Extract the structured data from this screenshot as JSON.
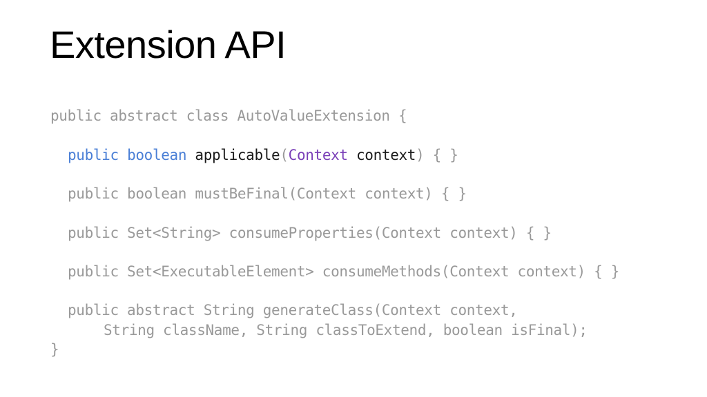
{
  "slide": {
    "title": "Extension API",
    "code": {
      "class_decl": "public abstract class AutoValueExtension {",
      "applicable": {
        "kw_public": "public",
        "kw_boolean": "boolean",
        "method": "applicable",
        "open_paren": "(",
        "param_type": "Context",
        "param_name": "context",
        "close_body": ") { }"
      },
      "must_be_final": "public boolean mustBeFinal(Context context) { }",
      "consume_properties": "public Set<String> consumeProperties(Context context) { }",
      "consume_methods": "public Set<ExecutableElement> consumeMethods(Context context) { }",
      "generate_class_1": "public abstract String generateClass(Context context,",
      "generate_class_2": "String className, String classToExtend, boolean isFinal);",
      "closing_brace": "}"
    },
    "colors": {
      "keyword_highlight": "#4a7fd6",
      "type_highlight": "#7a3fb8",
      "code_dim": "#999999",
      "title": "#000000"
    }
  }
}
